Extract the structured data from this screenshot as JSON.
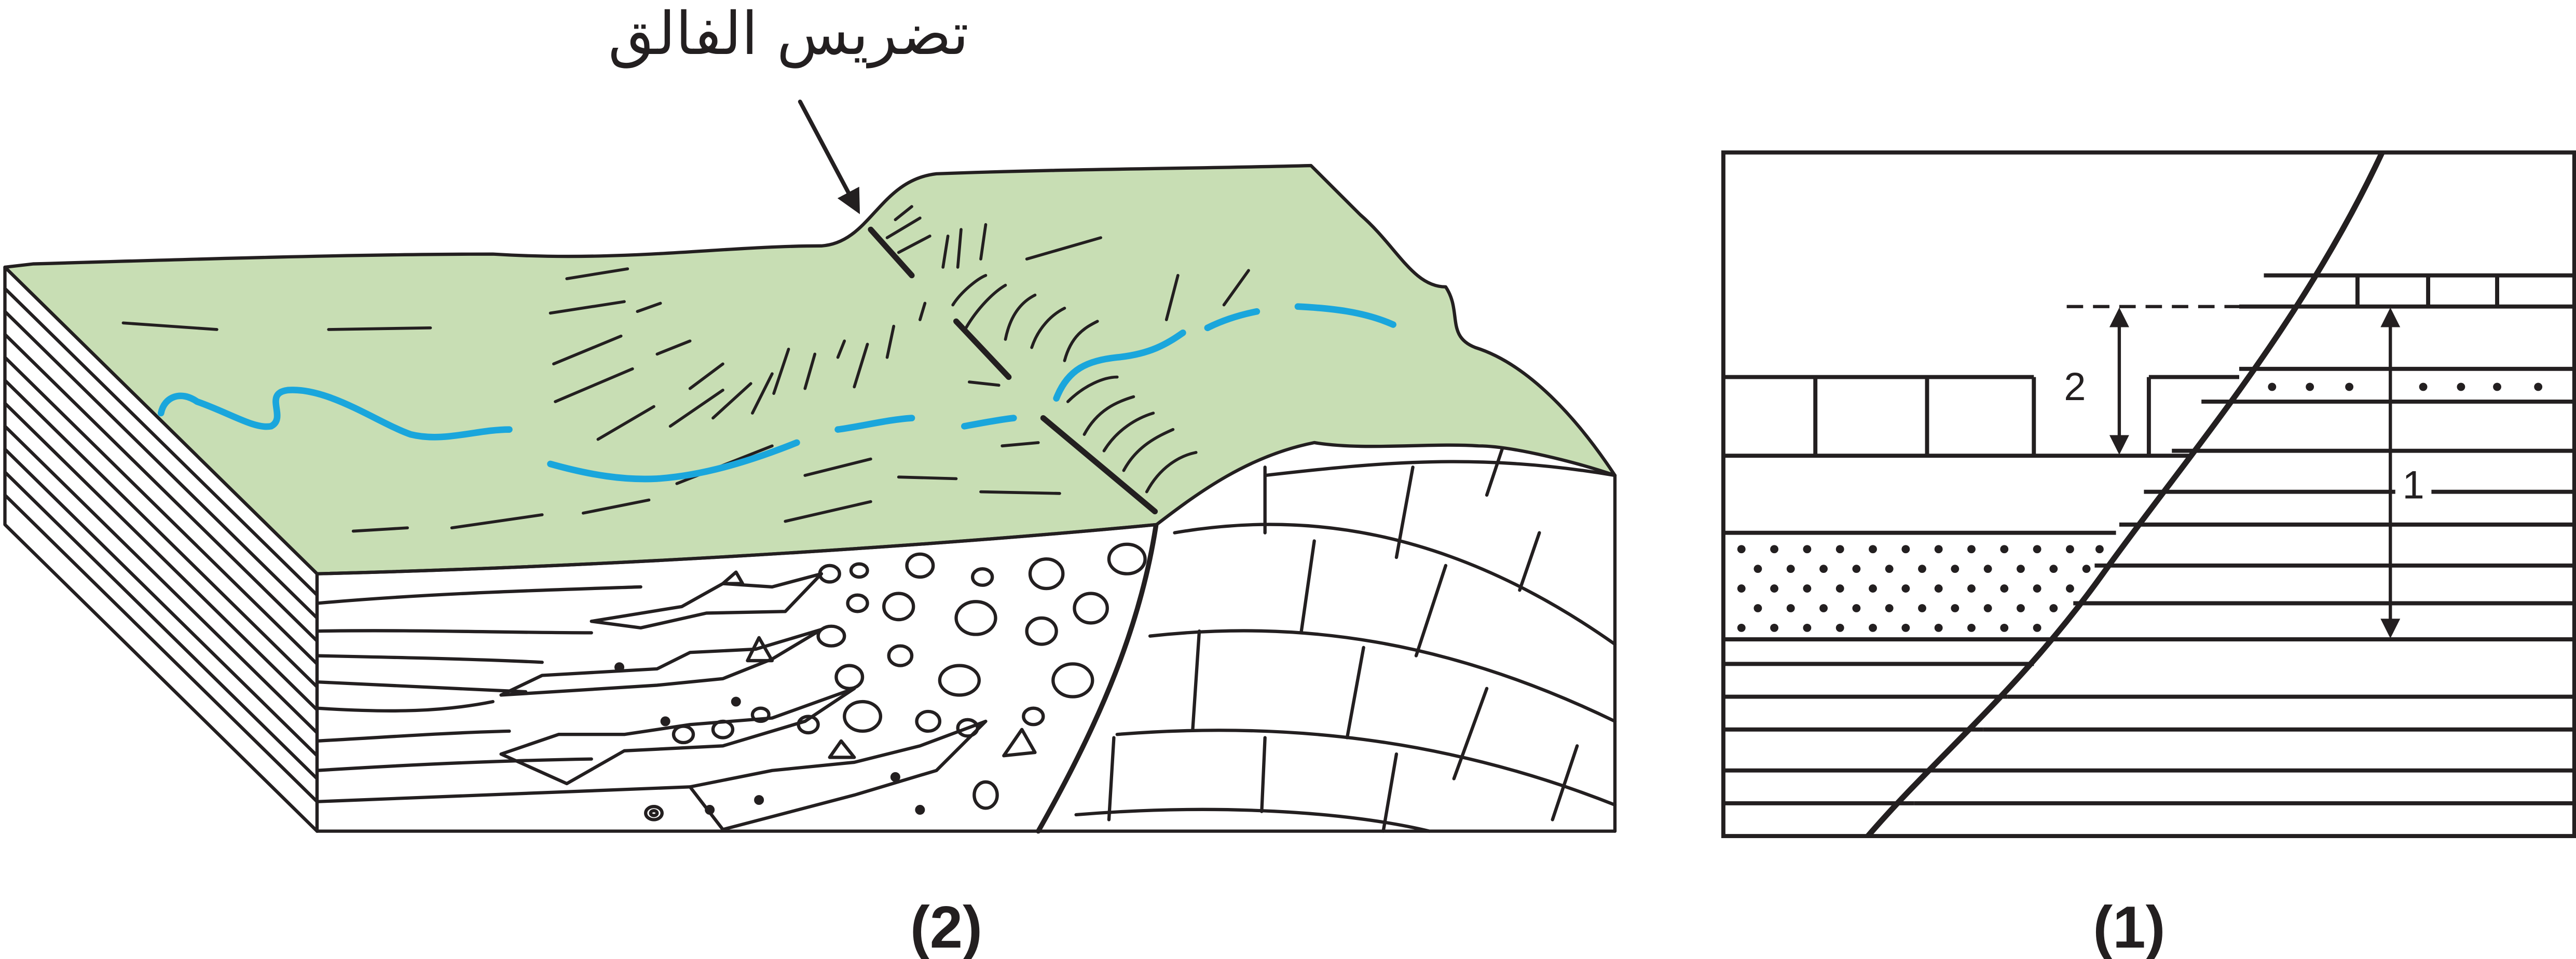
{
  "diagram_2": {
    "callout_label": "تضريس الفالق",
    "caption": "(2)"
  },
  "diagram_1": {
    "measure_1_label": "1",
    "measure_2_label": "2",
    "caption": "(1)"
  },
  "colors": {
    "land_surface": "#c8deb4",
    "river": "#1aa6dc",
    "ink": "#231f20"
  }
}
